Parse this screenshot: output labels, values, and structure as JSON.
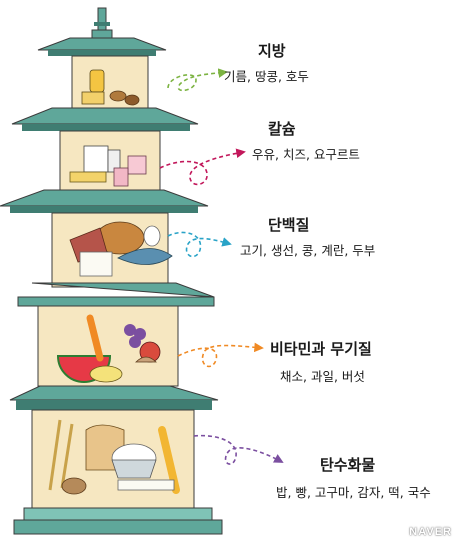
{
  "tiers": [
    {
      "id": "fat",
      "title": "지방",
      "items": "기름, 땅콩, 호두",
      "arrow_color": "#7cb342"
    },
    {
      "id": "calcium",
      "title": "칼슘",
      "items": "우유, 치즈, 요구르트",
      "arrow_color": "#c2185b"
    },
    {
      "id": "protein",
      "title": "단백질",
      "items": "고기, 생선, 콩, 계란, 두부",
      "arrow_color": "#29a3c7"
    },
    {
      "id": "vitamin",
      "title": "비타민과 무기질",
      "items": "채소, 과일, 버섯",
      "arrow_color": "#f08a24"
    },
    {
      "id": "carb",
      "title": "탄수화물",
      "items": "밥, 빵, 고구마, 감자, 떡, 국수",
      "arrow_color": "#7b4fa0"
    }
  ],
  "colors": {
    "roof": "#5fa79a",
    "roof_dark": "#3f7d72",
    "wall": "#f6e7c1",
    "outline": "#3b3b3b"
  },
  "watermark": "NAVER"
}
